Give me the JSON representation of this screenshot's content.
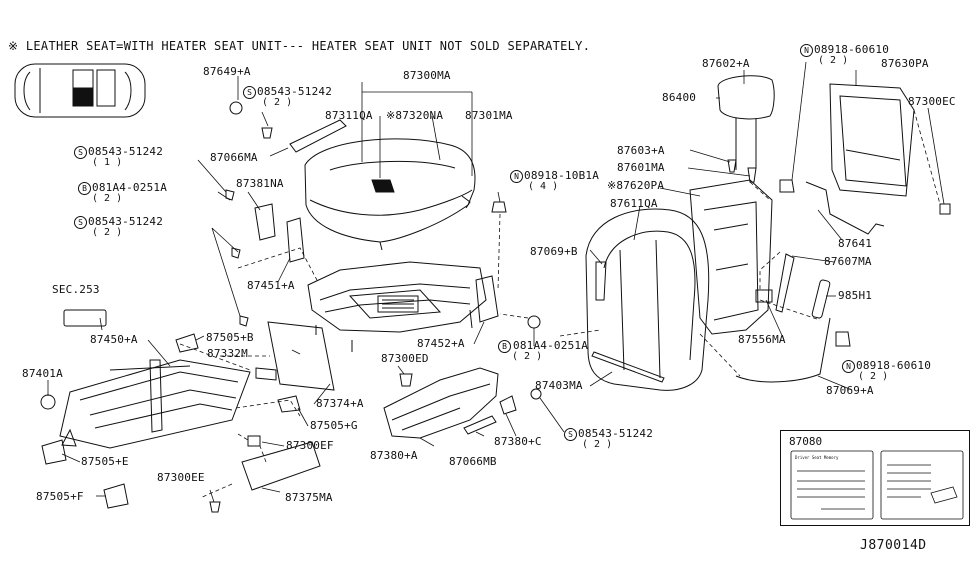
{
  "note": "※ LEATHER SEAT=WITH HEATER SEAT UNIT--- HEATER SEAT UNIT NOT SOLD SEPARATELY.",
  "diagram_code": "J870014D",
  "label_box": {
    "part": "87080",
    "card_title": "Driver Seat Memory"
  },
  "callouts": [
    {
      "id": "87649a",
      "text": "87649+A"
    },
    {
      "id": "s08543a",
      "text": "08543-51242",
      "prefix": "S",
      "qty": "( 2 )"
    },
    {
      "id": "87300ma",
      "text": "87300MA"
    },
    {
      "id": "87311qa",
      "text": "87311QA"
    },
    {
      "id": "87320na",
      "text": "※87320NA"
    },
    {
      "id": "87301ma",
      "text": "87301MA"
    },
    {
      "id": "87066ma",
      "text": "87066MA"
    },
    {
      "id": "s08543b",
      "text": "08543-51242",
      "prefix": "S",
      "qty": "( 1 )"
    },
    {
      "id": "87381na",
      "text": "87381NA"
    },
    {
      "id": "b081a4a",
      "text": "081A4-0251A",
      "prefix": "B",
      "qty": "( 2 )"
    },
    {
      "id": "s08543c",
      "text": "08543-51242",
      "prefix": "S",
      "qty": "( 2 )"
    },
    {
      "id": "n08918a",
      "text": "08918-10B1A",
      "prefix": "N",
      "qty": "( 4 )"
    },
    {
      "id": "sec253",
      "text": "SEC.253"
    },
    {
      "id": "87451a",
      "text": "87451+A"
    },
    {
      "id": "87450a",
      "text": "87450+A"
    },
    {
      "id": "87505b",
      "text": "87505+B"
    },
    {
      "id": "87332m",
      "text": "87332M"
    },
    {
      "id": "87401a",
      "text": "87401A"
    },
    {
      "id": "87452a",
      "text": "87452+A"
    },
    {
      "id": "b081a4b",
      "text": "081A4-0251A",
      "prefix": "B",
      "qty": "( 2 )"
    },
    {
      "id": "87300ed",
      "text": "87300ED"
    },
    {
      "id": "87374a",
      "text": "87374+A"
    },
    {
      "id": "87505g",
      "text": "87505+G"
    },
    {
      "id": "87300ef",
      "text": "87300EF"
    },
    {
      "id": "87505e",
      "text": "87505+E"
    },
    {
      "id": "87300ee",
      "text": "87300EE"
    },
    {
      "id": "87505f",
      "text": "87505+F"
    },
    {
      "id": "87375ma",
      "text": "87375MA"
    },
    {
      "id": "87380a",
      "text": "87380+A"
    },
    {
      "id": "87066mb",
      "text": "87066MB"
    },
    {
      "id": "87380c",
      "text": "87380+C"
    },
    {
      "id": "s08543d",
      "text": "08543-51242",
      "prefix": "S",
      "qty": "( 2 )"
    },
    {
      "id": "87403ma",
      "text": "87403MA"
    },
    {
      "id": "87602a",
      "text": "87602+A"
    },
    {
      "id": "86400",
      "text": "86400"
    },
    {
      "id": "87603a",
      "text": "87603+A"
    },
    {
      "id": "87601ma",
      "text": "87601MA"
    },
    {
      "id": "87620pa",
      "text": "※87620PA"
    },
    {
      "id": "87611qa",
      "text": "87611QA"
    },
    {
      "id": "87069b",
      "text": "87069+B"
    },
    {
      "id": "n08918b",
      "text": "08918-60610",
      "prefix": "N",
      "qty": "( 2 )"
    },
    {
      "id": "87630pa",
      "text": "87630PA"
    },
    {
      "id": "87300ec",
      "text": "87300EC"
    },
    {
      "id": "87641",
      "text": "87641"
    },
    {
      "id": "87607ma",
      "text": "87607MA"
    },
    {
      "id": "985h1",
      "text": "985H1"
    },
    {
      "id": "87556ma",
      "text": "87556MA"
    },
    {
      "id": "n08918c",
      "text": "08918-60610",
      "prefix": "N",
      "qty": "( 2 )"
    },
    {
      "id": "87069a",
      "text": "87069+A"
    }
  ]
}
